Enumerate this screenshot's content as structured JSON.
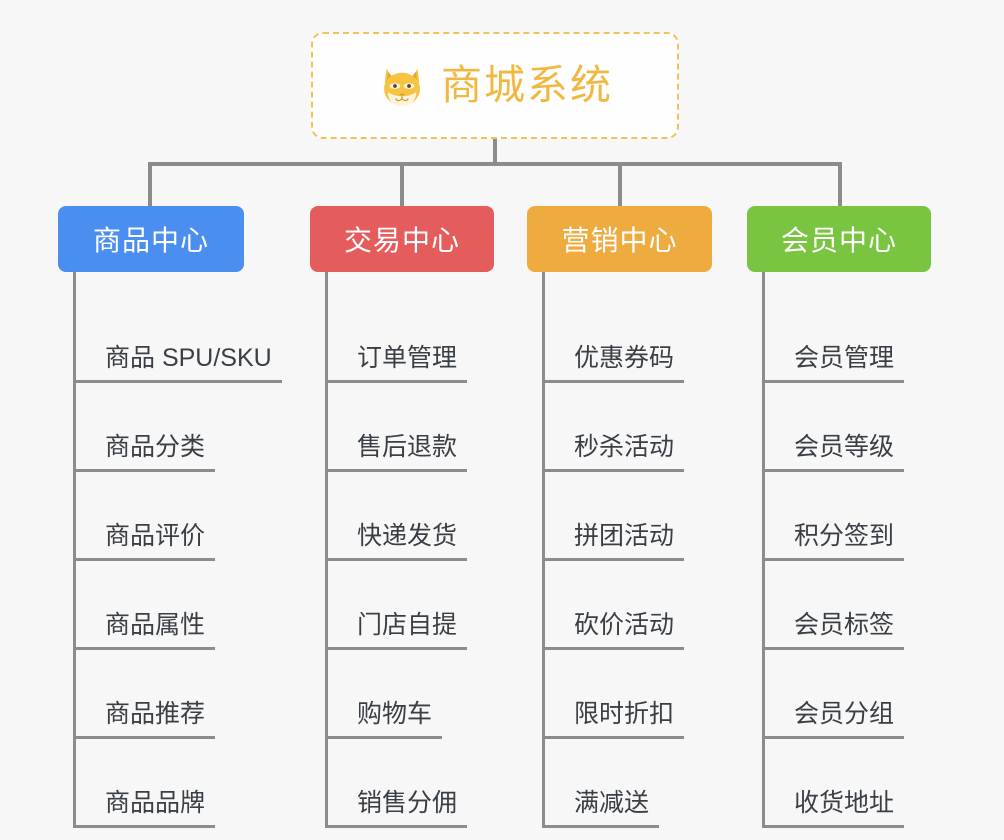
{
  "background_color": "#f7f7f7",
  "root": {
    "title": "商城系统",
    "emoji_name": "shiba-dog-face-emoji",
    "text_color": "#f0b840",
    "border_color": "#f0c35a",
    "background": "#fefefe"
  },
  "connector_color": "#8c8c8c",
  "columns": [
    {
      "id": "product-center",
      "label": "商品中心",
      "color": "#4a8ef0",
      "items": [
        "商品 SPU/SKU",
        "商品分类",
        "商品评价",
        "商品属性",
        "商品推荐",
        "商品品牌"
      ]
    },
    {
      "id": "trade-center",
      "label": "交易中心",
      "color": "#e45c5c",
      "items": [
        "订单管理",
        "售后退款",
        "快递发货",
        "门店自提",
        "购物车",
        "销售分佣"
      ]
    },
    {
      "id": "marketing-center",
      "label": "营销中心",
      "color": "#edab40",
      "items": [
        "优惠券码",
        "秒杀活动",
        "拼团活动",
        "砍价活动",
        "限时折扣",
        "满减送"
      ]
    },
    {
      "id": "member-center",
      "label": "会员中心",
      "color": "#79c441",
      "items": [
        "会员管理",
        "会员等级",
        "积分签到",
        "会员标签",
        "会员分组",
        "收货地址"
      ]
    }
  ]
}
